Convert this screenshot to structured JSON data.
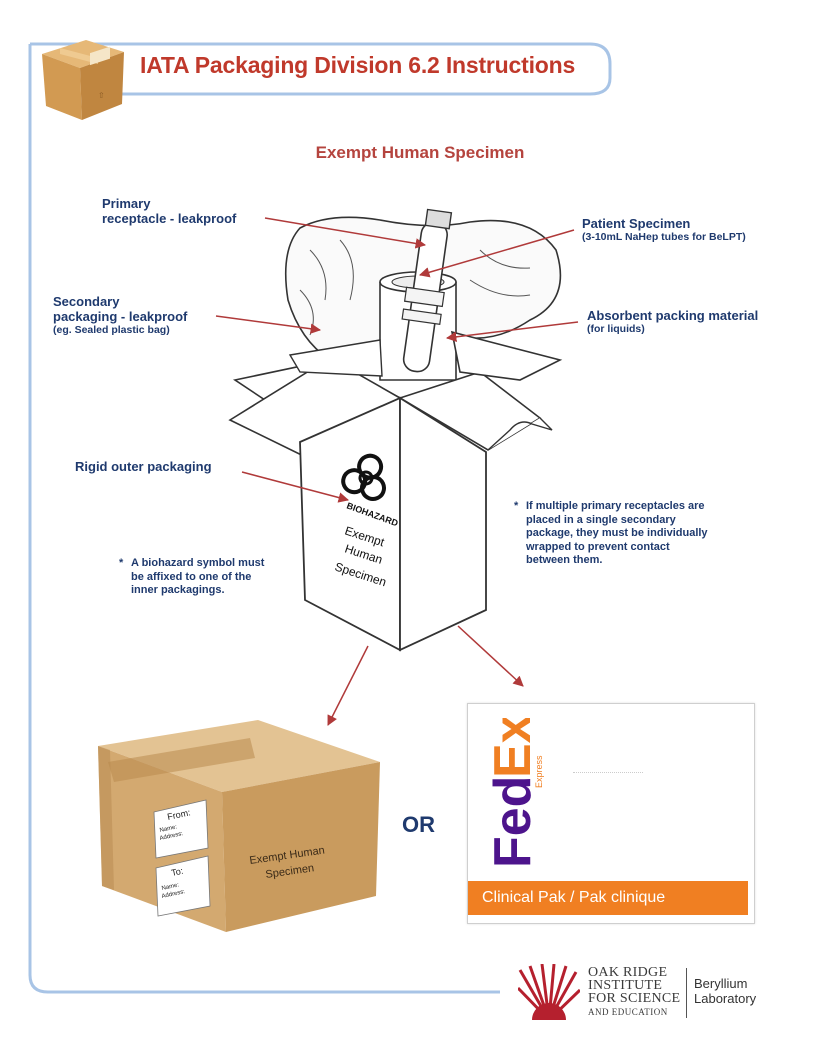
{
  "header": {
    "title": "IATA Packaging Division 6.2 Instructions"
  },
  "diagram": {
    "subtitle": "Exempt Human Specimen",
    "labels": {
      "primary": {
        "line1": "Primary",
        "line2": "receptacle - leakproof"
      },
      "patient": {
        "main": "Patient Specimen",
        "sub": "(3-10mL NaHep tubes for BeLPT)"
      },
      "secondary": {
        "line1": "Secondary",
        "line2": "packaging - leakproof",
        "sub": "(eg. Sealed plastic bag)"
      },
      "absorbent": {
        "main": "Absorbent packing material",
        "sub": "(for liquids)"
      },
      "rigid": "Rigid outer packaging"
    },
    "box_print": {
      "biohazard": "BIOHAZARD",
      "line1": "Exempt",
      "line2": "Human",
      "line3": "Specimen"
    },
    "notes": {
      "biohazard_note": [
        "A biohazard symbol must",
        "be affixed to one of the",
        "inner packagings."
      ],
      "multiple_note": [
        "If multiple primary receptacles are",
        "placed in a single secondary",
        "package, they must be individually",
        "wrapped to prevent contact",
        "between them."
      ]
    }
  },
  "options": {
    "or_label": "OR",
    "cardboard": {
      "from_label": "From:",
      "to_label": "To:",
      "name_label": "Name:",
      "address_label": "Address:",
      "box_text_line1": "Exempt Human",
      "box_text_line2": "Specimen"
    },
    "fedex": {
      "fed": "Fed",
      "ex": "Ex",
      "express": "Express",
      "band": "Clinical Pak / Pak clinique"
    }
  },
  "footer": {
    "org_line1": "OAK RIDGE",
    "org_line2": "INSTITUTE",
    "org_line3": "FOR SCIENCE",
    "org_line4": "AND EDUCATION",
    "lab_line1": "Beryllium",
    "lab_line2": "Laboratory"
  },
  "colors": {
    "accent_red": "#c0392b",
    "label_blue": "#1f3a6e",
    "frame_blue": "#a8c4e6",
    "fedex_purple": "#4d148c",
    "fedex_orange": "#f07f22"
  }
}
